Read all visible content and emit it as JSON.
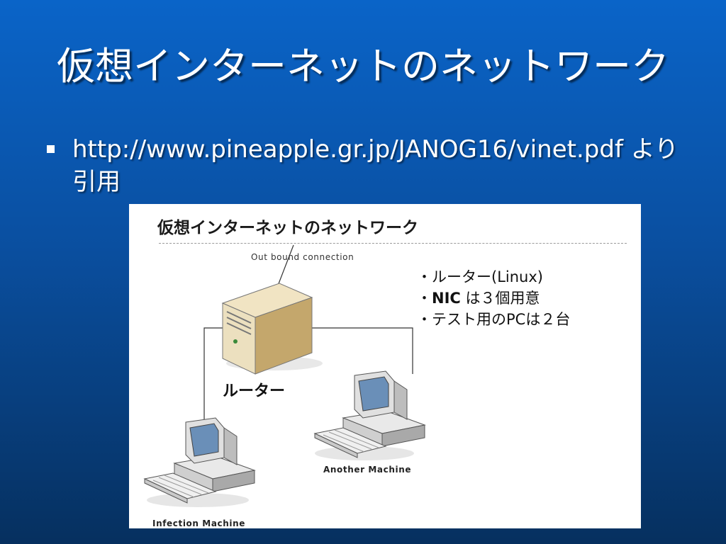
{
  "slide": {
    "title": "仮想インターネットのネットワーク",
    "bullet": "http://www.pineapple.gr.jp/JANOG16/vinet.pdf より引用"
  },
  "figure": {
    "title": "仮想インターネットのネットワーク",
    "connection_label": "Out bound connection",
    "notes": {
      "item1": "・ルーター(Linux)",
      "item2_prefix": "・",
      "item2_bold": "NIC",
      "item2_rest": " は３個用意",
      "item3": "・テスト用のPCは２台"
    },
    "router_label": "ルーター",
    "another_machine_label": "Another Machine",
    "infection_machine_label": "Infection Machine"
  },
  "colors": {
    "background_top": "#0a64c8",
    "background_bottom": "#06305f",
    "text": "#ffffff"
  },
  "icons": [
    "server-tower-icon",
    "desktop-computer-icon",
    "keyboard-icon"
  ]
}
